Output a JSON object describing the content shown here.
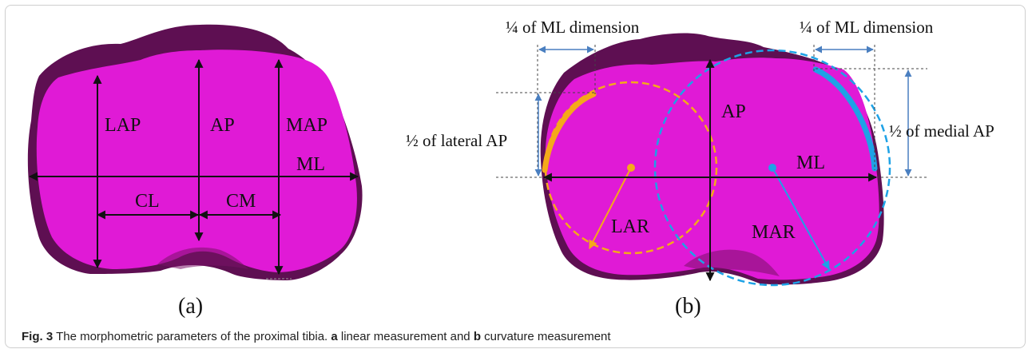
{
  "panel_a": {
    "labels": {
      "lap": "LAP",
      "ap": "AP",
      "map": "MAP",
      "ml": "ML",
      "cl": "CL",
      "cm": "CM"
    },
    "panel_label": "(a)"
  },
  "panel_b": {
    "labels": {
      "quarter_left": "¼ of ML dimension",
      "quarter_right": "¼ of ML dimension",
      "half_lateral": "½ of lateral AP",
      "half_medial": "½ of medial AP",
      "ap": "AP",
      "ml": "ML",
      "lar": "LAR",
      "mar": "MAR"
    },
    "panel_label": "(b)",
    "colors": {
      "lateral": "#f5a91a",
      "medial": "#1ea2e6",
      "dim_arrow": "#4a7fc0"
    }
  },
  "colors": {
    "tibia_fill": "#e01ad6",
    "tibia_shadow": "#5e0f52"
  },
  "caption": {
    "fig": "Fig. 3",
    "text_1": " The morphometric parameters of the proximal tibia. ",
    "bold_a": "a",
    "text_2": " linear measurement and ",
    "bold_b": "b",
    "text_3": " curvature measurement"
  }
}
